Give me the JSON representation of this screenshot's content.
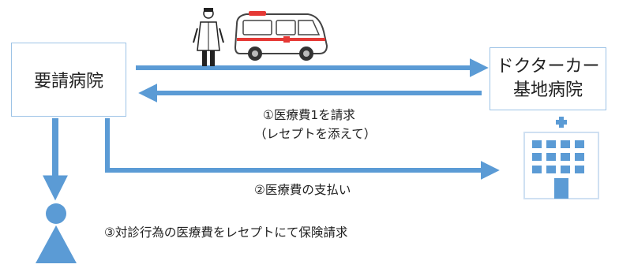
{
  "nodes": {
    "requesting_hospital": "要請病院",
    "base_line1": "ドクターカー",
    "base_line2": "基地病院"
  },
  "labels": {
    "step1_line1": "①医療費1を請求",
    "step1_line2": "（レセプトを添えて）",
    "step2": "②医療費の支払い",
    "step3": "③対診行為の医療費をレセプトにて保険請求"
  },
  "colors": {
    "arrow": "#5b9bd5",
    "box_border": "#9dc3e6",
    "person": "#5b9bd5",
    "hospital_icon": "#5b9bd5",
    "ambulance_red": "#e53935"
  }
}
